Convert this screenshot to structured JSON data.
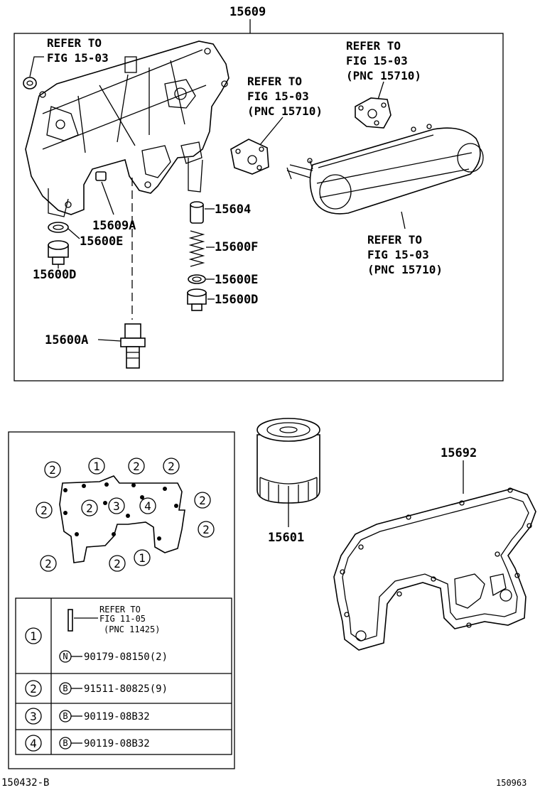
{
  "top_assembly": {
    "part_number": "15609",
    "refer_1": [
      "REFER TO",
      "FIG 15-03"
    ],
    "refer_2": [
      "REFER TO",
      "FIG 15-03",
      "(PNC 15710)"
    ],
    "refer_3": [
      "REFER TO",
      "FIG 15-03",
      "(PNC 15710)"
    ],
    "refer_4": [
      "REFER TO",
      "FIG 15-03",
      "(PNC 15710)"
    ],
    "parts": {
      "p15609A": "15609A",
      "p15600E_left": "15600E",
      "p15600D_left": "15600D",
      "p15604": "15604",
      "p15600F": "15600F",
      "p15600E_right": "15600E",
      "p15600D_right": "15600D",
      "p15600A": "15600A"
    }
  },
  "bolt_layout": {
    "markers": [
      "2",
      "1",
      "2",
      "2",
      "2",
      "2",
      "3",
      "4",
      "2",
      "2",
      "2",
      "2",
      "1"
    ]
  },
  "legend_table": {
    "rows": [
      {
        "key": "1",
        "refer": [
          "REFER TO",
          "FIG 11-05",
          "(PNC 11425)"
        ],
        "symbol": "N",
        "part": "90179-08150(2)"
      },
      {
        "key": "2",
        "symbol": "B",
        "part": "91511-80825(9)"
      },
      {
        "key": "3",
        "symbol": "B",
        "part": "90119-08B32"
      },
      {
        "key": "4",
        "symbol": "B",
        "part": "90119-08B32"
      }
    ]
  },
  "filter_label": "15601",
  "gasket_label": "15692",
  "footer": {
    "left_code": "150432-B",
    "right_code": "150963"
  }
}
